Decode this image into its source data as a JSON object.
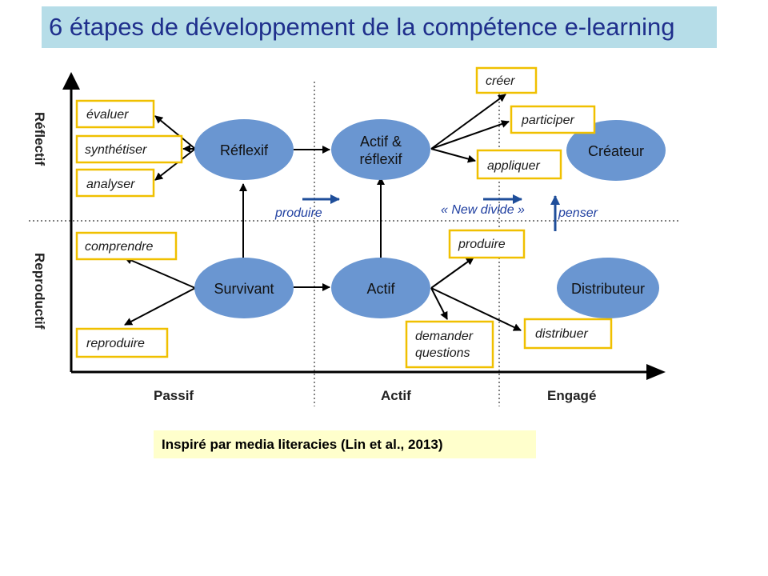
{
  "title": "6 étapes de développement de la compétence e-learning",
  "caption": "Inspiré par media literacies (Lin et al., 2013)",
  "axes": {
    "y_top": "Réflectif",
    "y_bottom": "Reproductif",
    "x_left": "Passif",
    "x_middle": "Actif",
    "x_right": "Engagé"
  },
  "nodes": {
    "reflexif": "Réflexif",
    "actif_reflexif_line1": "Actif &",
    "actif_reflexif_line2": "réflexif",
    "createur": "Créateur",
    "survivant": "Survivant",
    "actif": "Actif",
    "distributeur": "Distributeur"
  },
  "labels": {
    "evaluer": "évaluer",
    "synthetiser": "synthétiser",
    "analyser": "analyser",
    "comprendre": "comprendre",
    "reproduire": "reproduire",
    "creer": "créer",
    "participer": "participer",
    "appliquer": "appliquer",
    "produire_box": "produire",
    "demander_line1": "demander",
    "demander_line2": "questions",
    "distribuer": "distribuer"
  },
  "annotations": {
    "produire": "produire",
    "new_divide": "« New divide »",
    "penser": "penser"
  },
  "colors": {
    "title_bg": "#b6dde8",
    "title_text": "#1f2f8c",
    "node_fill": "#6a96d1",
    "label_border": "#f0c000",
    "caption_bg": "#ffffcc",
    "blue_arrow": "#1f4e9a"
  }
}
